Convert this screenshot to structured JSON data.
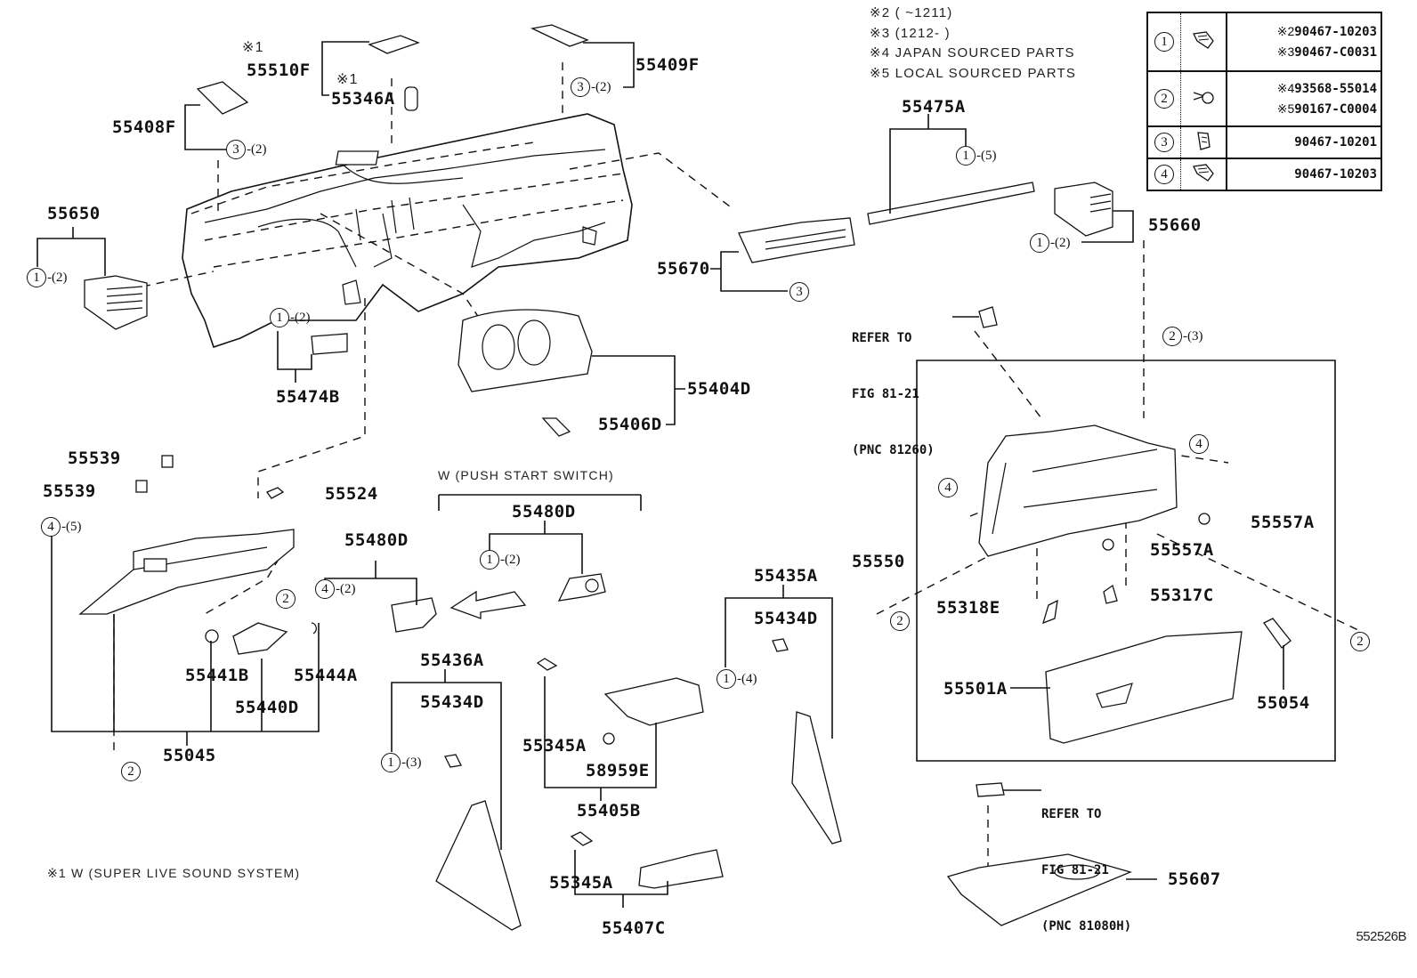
{
  "diagram": {
    "figure_id": "552526B",
    "footnotes": [
      "※2 (    ~1211)",
      "※3 (1212-    )",
      "※4 JAPAN SOURCED PARTS",
      "※5 LOCAL SOURCED PARTS"
    ],
    "bottom_note": "※1 W (SUPER LIVE SOUND SYSTEM)",
    "push_start_label": "W (PUSH START SWITCH)",
    "fastener_table": [
      {
        "ref": "1",
        "icon": "clip-icon",
        "parts": [
          {
            "mark": "※2",
            "number": "90467-10203"
          },
          {
            "mark": "※3",
            "number": "90467-C0031"
          }
        ]
      },
      {
        "ref": "2",
        "icon": "screw-icon",
        "parts": [
          {
            "mark": "※4",
            "number": "93568-55014"
          },
          {
            "mark": "※5",
            "number": "90167-C0004"
          }
        ]
      },
      {
        "ref": "3",
        "icon": "retainer-clip-icon",
        "parts": [
          {
            "mark": "",
            "number": "90467-10201"
          }
        ]
      },
      {
        "ref": "4",
        "icon": "clip-icon",
        "parts": [
          {
            "mark": "",
            "number": "90467-10203"
          }
        ]
      }
    ],
    "part_labels": {
      "p55510F_mark": "※1",
      "p55510F": "55510F",
      "p55346A_mark": "※1",
      "p55346A": "55346A",
      "p55409F": "55409F",
      "p55408F": "55408F",
      "p55650": "55650",
      "p55474B": "55474B",
      "p55475A": "55475A",
      "p55670": "55670",
      "p55660": "55660",
      "p55404D": "55404D",
      "p55406D": "55406D",
      "p55539a": "55539",
      "p55539b": "55539",
      "p55524": "55524",
      "p55480D_main": "55480D",
      "p55480D_push": "55480D",
      "p55441B": "55441B",
      "p55440D": "55440D",
      "p55444A": "55444A",
      "p55045": "55045",
      "p55436A": "55436A",
      "p55434D_left": "55434D",
      "p55345A_upper": "55345A",
      "p58959E": "58959E",
      "p55405B": "55405B",
      "p55345A_lower": "55345A",
      "p55407C": "55407C",
      "p55435A": "55435A",
      "p55434D_right": "55434D",
      "p55550": "55550",
      "p55557A_a": "55557A",
      "p55557A_b": "55557A",
      "p55318E": "55318E",
      "p55317C": "55317C",
      "p55501A": "55501A",
      "p55054": "55054",
      "p55607": "55607"
    },
    "refer_to": [
      {
        "line1": "REFER TO",
        "line2": "FIG 81-21",
        "line3": "(PNC 81260)"
      },
      {
        "line1": "REFER TO",
        "line2": "FIG 81-21",
        "line3": "(PNC 81080H)"
      }
    ],
    "callouts": [
      {
        "id": "c55408F",
        "ref": "3",
        "qty": "-(2)"
      },
      {
        "id": "c55409F",
        "ref": "3",
        "qty": "-(2)"
      },
      {
        "id": "c55650",
        "ref": "1",
        "qty": "-(2)"
      },
      {
        "id": "c55474B",
        "ref": "1",
        "qty": "-(2)"
      },
      {
        "id": "c55475A",
        "ref": "1",
        "qty": "-(5)"
      },
      {
        "id": "c55660",
        "ref": "1",
        "qty": "-(2)"
      },
      {
        "id": "c55670",
        "ref": "3",
        "qty": ""
      },
      {
        "id": "c_glove_top",
        "ref": "2",
        "qty": "-(3)"
      },
      {
        "id": "c55045",
        "ref": "4",
        "qty": "-(5)"
      },
      {
        "id": "c55045_screw",
        "ref": "2",
        "qty": ""
      },
      {
        "id": "c55045_bottom",
        "ref": "2",
        "qty": ""
      },
      {
        "id": "c55480D",
        "ref": "4",
        "qty": "-(2)"
      },
      {
        "id": "c55480D_push",
        "ref": "1",
        "qty": "-(2)"
      },
      {
        "id": "c55436A",
        "ref": "1",
        "qty": "-(3)"
      },
      {
        "id": "c55435A",
        "ref": "1",
        "qty": "-(4)"
      },
      {
        "id": "c55550_left4",
        "ref": "4",
        "qty": ""
      },
      {
        "id": "c55550_right4",
        "ref": "4",
        "qty": ""
      },
      {
        "id": "c55550_left2",
        "ref": "2",
        "qty": ""
      },
      {
        "id": "c55550_right2",
        "ref": "2",
        "qty": ""
      }
    ]
  }
}
